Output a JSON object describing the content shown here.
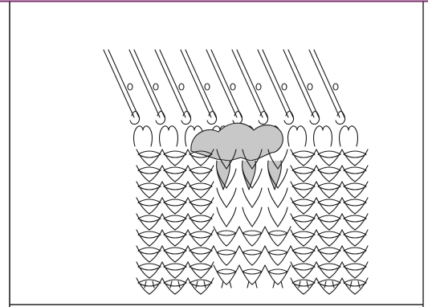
{
  "figure": {
    "subject": "knitting-stitch-diagram",
    "needle_count": 9,
    "stitch_columns": 9,
    "highlighted_stitches": 3,
    "colors": {
      "paper": "#ffffff",
      "ink": "#1a1a1a",
      "top_edge": "#7a2a6a",
      "highlight_fill": "#c8c8c8"
    }
  }
}
